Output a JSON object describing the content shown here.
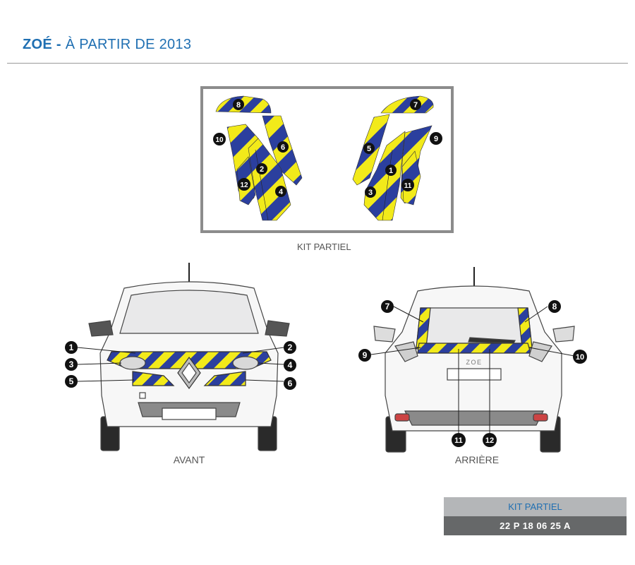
{
  "header": {
    "model": "ZOÉ",
    "separator": " - ",
    "subtitle": "À PARTIR DE 2013"
  },
  "kit_box": {
    "caption": "KIT PARTIEL",
    "pieces": [
      "1",
      "2",
      "3",
      "4",
      "5",
      "6",
      "7",
      "8",
      "9",
      "10",
      "11",
      "12"
    ]
  },
  "views": {
    "front": {
      "caption": "AVANT",
      "callouts_left": [
        "1",
        "3",
        "5"
      ],
      "callouts_right": [
        "2",
        "4",
        "6"
      ]
    },
    "rear": {
      "caption": "ARRIÈRE",
      "callouts": [
        "7",
        "8",
        "9",
        "10",
        "11",
        "12"
      ],
      "badge_text": "ZOE"
    }
  },
  "reference": {
    "label": "KIT PARTIEL",
    "code": "22 P 18 06 25 A"
  },
  "colors": {
    "title_blue": "#1f6fb2",
    "stripe_blue": "#2b3f9e",
    "stripe_yellow": "#f2ea1a",
    "callout": "#111111",
    "ref_top": "#b4b6b8",
    "ref_bottom": "#666869"
  }
}
